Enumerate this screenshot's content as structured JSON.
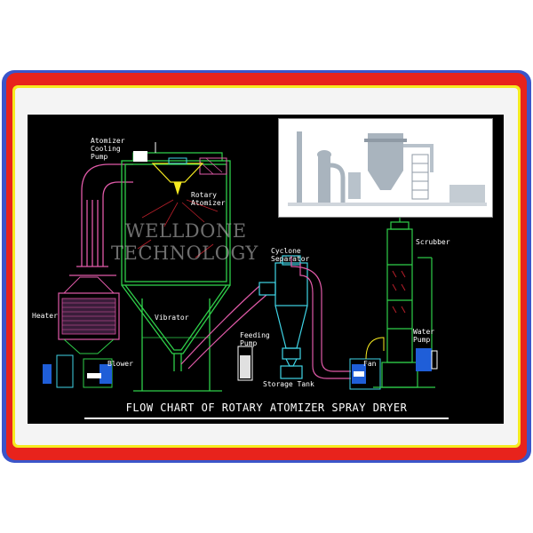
{
  "diagram": {
    "title": "FLOW CHART OF ROTARY ATOMIZER SPRAY DRYER",
    "watermark": {
      "line1": "WELLDONE",
      "line2": "TECHNOLOGY"
    },
    "labels": {
      "atomizer_cooling_pump": "Atomizer\nCooling\nPump",
      "rotary_atomizer": "Rotary\nAtomizer",
      "cyclone_separator": "Cyclone\nSeparator",
      "scrubber": "Scrubber",
      "heater": "Heater",
      "vibrator": "Vibrator",
      "feeding_pump": "Feeding\nPump",
      "water_pump": "Water\nPump",
      "blower": "Blower",
      "fan": "Fan",
      "storage_tank": "Storage Tank"
    }
  },
  "colors": {
    "frame_blue": "#3b55c9",
    "frame_red": "#e8231c",
    "frame_yellow": "#f6ea20",
    "line_green": "#2fcf4a",
    "duct_pink": "#e05aa8",
    "duct_cyan": "#3fd4e6",
    "equipment_blue": "#1f5ed8",
    "photo_steel": "#a9b4be"
  }
}
